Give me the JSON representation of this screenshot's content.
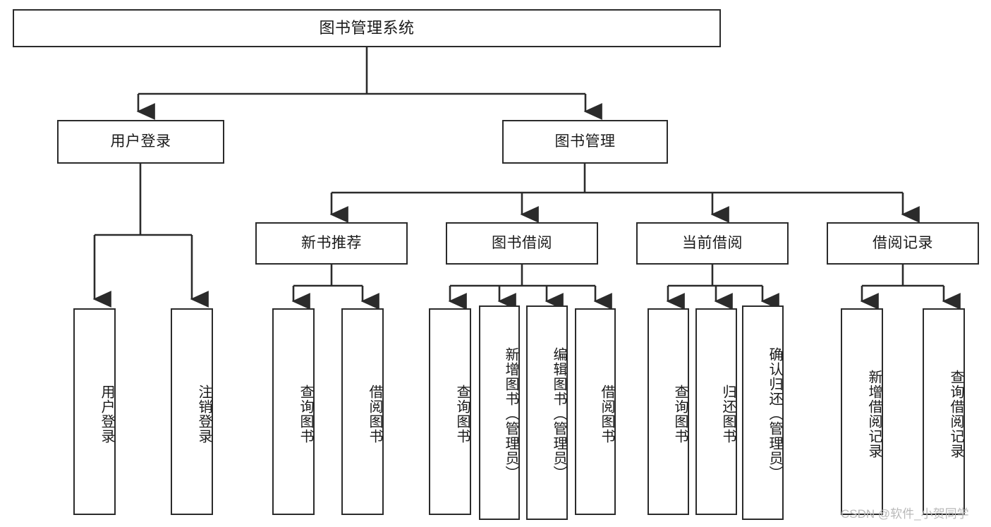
{
  "diagram": {
    "title": "图书管理系统",
    "type": "hierarchy-tree",
    "watermark": "CSDN @软件_小贺同学",
    "colors": {
      "stroke": "#2b2b2b",
      "fill": "#ffffff",
      "text": "#1a1a1a",
      "watermark": "#b9b9b9"
    },
    "nodes": {
      "root": {
        "label": "图书管理系统"
      },
      "level2": [
        {
          "id": "user-login",
          "label": "用户登录"
        },
        {
          "id": "book-manage",
          "label": "图书管理"
        }
      ],
      "level3": [
        {
          "id": "new-book-recommend",
          "label": "新书推荐"
        },
        {
          "id": "book-borrow",
          "label": "图书借阅"
        },
        {
          "id": "current-borrow",
          "label": "当前借阅"
        },
        {
          "id": "borrow-record",
          "label": "借阅记录"
        }
      ],
      "leaves": {
        "user-login": [
          {
            "id": "leaf-user-login",
            "label": "用户登录"
          },
          {
            "id": "leaf-logout",
            "label": "注销登录"
          }
        ],
        "new-book-recommend": [
          {
            "id": "leaf-query-book-1",
            "label": "查询图书"
          },
          {
            "id": "leaf-borrow-book-1",
            "label": "借阅图书"
          }
        ],
        "book-borrow": [
          {
            "id": "leaf-query-book-2",
            "label": "查询图书"
          },
          {
            "id": "leaf-add-book",
            "label": "新增图书（管理员）"
          },
          {
            "id": "leaf-edit-book",
            "label": "编辑图书（管理员）"
          },
          {
            "id": "leaf-borrow-book-2",
            "label": "借阅图书"
          }
        ],
        "current-borrow": [
          {
            "id": "leaf-query-book-3",
            "label": "查询图书"
          },
          {
            "id": "leaf-return-book",
            "label": "归还图书"
          },
          {
            "id": "leaf-confirm-return",
            "label": "确认归还（管理员）"
          }
        ],
        "borrow-record": [
          {
            "id": "leaf-add-record",
            "label": "新增借阅记录"
          },
          {
            "id": "leaf-query-record",
            "label": "查询借阅记录"
          }
        ]
      }
    }
  }
}
